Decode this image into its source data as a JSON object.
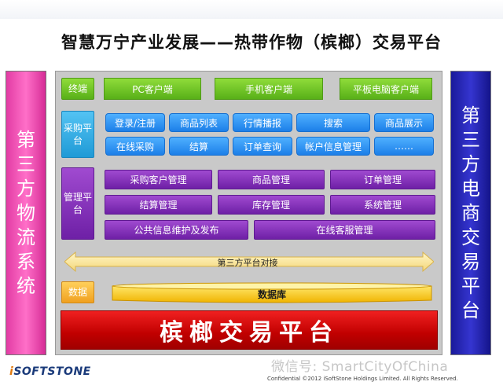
{
  "title": "智慧万宁产业发展——热带作物（槟榔）交易平台",
  "left_side": "第三方物流系统",
  "right_side": "第三方电商交易平台",
  "terminal": {
    "label": "终端",
    "items": [
      "PC客户端",
      "手机客户端",
      "平板电脑客户端"
    ]
  },
  "purchase": {
    "label": "采购平台",
    "row1": [
      "登录/注册",
      "商品列表",
      "行情播报",
      "搜索",
      "商品展示"
    ],
    "row2": [
      "在线采购",
      "结算",
      "订单查询",
      "帐户信息管理",
      "……"
    ]
  },
  "management": {
    "label": "管理平台",
    "row1": [
      "采购客户管理",
      "商品管理",
      "订单管理"
    ],
    "row2": [
      "结算管理",
      "库存管理",
      "系统管理"
    ],
    "row3": [
      "公共信息维护及发布",
      "在线客服管理"
    ]
  },
  "integration": "第三方平台对接",
  "data": {
    "label": "数据",
    "database": "数据库"
  },
  "platform": "槟榔交易平台",
  "footer": {
    "logo_prefix": "i",
    "logo_main": "SOFTSTONE",
    "copyright": "Confidential ©2012 iSoftStone Holdings Limited. All Rights Reserved.",
    "watermark": "微信号: SmartCityOfChina"
  },
  "colors": {
    "left_side": "#e23ca4",
    "right_side": "#1a1a9a",
    "platform": "#c00000"
  }
}
